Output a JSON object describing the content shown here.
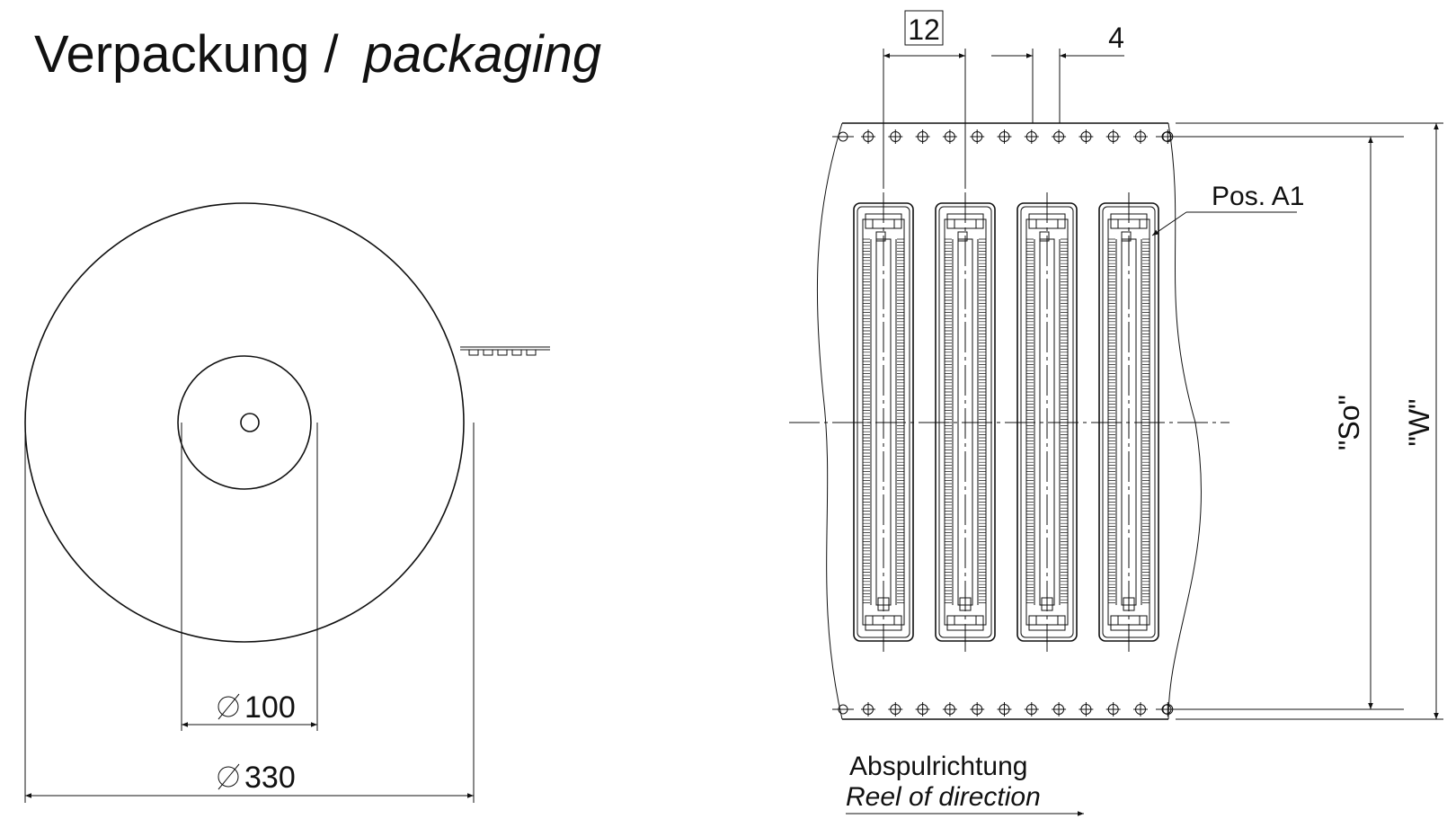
{
  "title": {
    "german": "Verpackung /",
    "english": "packaging"
  },
  "reel": {
    "hub_diameter_label": "100",
    "reel_diameter_label": "330"
  },
  "tape": {
    "pitch_label": "12",
    "hole_pitch_label": "4",
    "so_label": "\"So\"",
    "w_label": "\"W\"",
    "position_label": "Pos. A1",
    "direction_de": "Abspulrichtung",
    "direction_en": "Reel of direction",
    "connector_count": 4,
    "sprocket_holes_per_row": 12
  }
}
